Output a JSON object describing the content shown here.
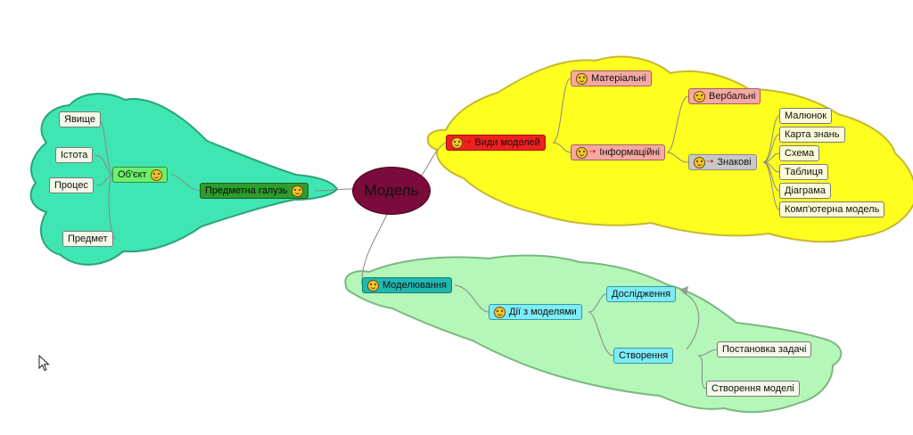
{
  "center": {
    "label": "Модель"
  },
  "left": {
    "root": {
      "label": "Предметна галузь"
    },
    "object": {
      "label": "Об'єкт"
    },
    "items": [
      "Явище",
      "Істота",
      "Процес",
      "Предмет"
    ]
  },
  "right": {
    "root": {
      "label": "Види моделей"
    },
    "material": {
      "label": "Матеріальні"
    },
    "informational": {
      "label": "Інформаційні"
    },
    "verbal": {
      "label": "Вербальні"
    },
    "sign": {
      "label": "Знакові"
    },
    "sign_items": [
      "Малюнок",
      "Карта знань",
      "Схема",
      "Таблиця",
      "Діаграма",
      "Комп'ютерна модель"
    ]
  },
  "bottom": {
    "root": {
      "label": "Моделювання"
    },
    "actions": {
      "label": "Дії з моделями"
    },
    "research": {
      "label": "Дослідження"
    },
    "creation": {
      "label": "Створення"
    },
    "creation_items": [
      "Постановка задачі",
      "Створення моделі"
    ]
  },
  "colors": {
    "left_cloud": "#3fe6b4",
    "right_cloud": "#ffff1f",
    "bottom_cloud": "#b4f7b8",
    "center": "#7a0b3a"
  },
  "icons": {
    "node_icon": "smiley-icon",
    "cursor": "mouse-pointer-icon"
  }
}
